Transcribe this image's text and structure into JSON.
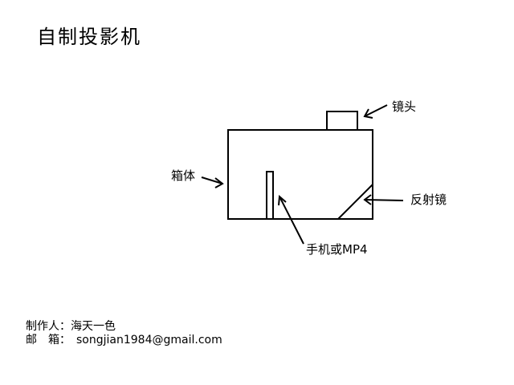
{
  "title": "自制投影机",
  "labels": {
    "lens": "镜头",
    "box": "箱体",
    "mirror": "反射镜",
    "phone": "手机或MP4"
  },
  "credits": {
    "author_line": "制作人：海天一色",
    "email_label": "邮　箱：",
    "email": "songjian1984@gmail.com"
  },
  "colors": {
    "line": "#000000",
    "background": "#ffffff"
  }
}
